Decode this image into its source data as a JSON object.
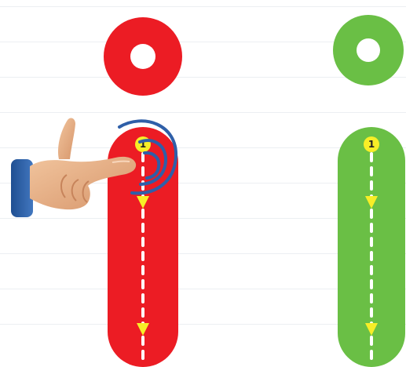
{
  "colors": {
    "red": "#ec1c24",
    "green": "#6abf45",
    "start_marker": "#f7ee27",
    "white": "#ffffff",
    "guide_line": "#eceff2",
    "swirl": "#2f5fa8",
    "skin": "#e6b08a",
    "sleeve": "#2f66ad"
  },
  "icons": {
    "pointing_hand": "pointing-hand-icon",
    "gesture": "swirl-gesture-icon"
  },
  "lesson": {
    "letters": [
      {
        "id": "red",
        "ring_label": "",
        "stroke_number": "1"
      },
      {
        "id": "green",
        "ring_label": "",
        "stroke_number": "1"
      }
    ]
  }
}
